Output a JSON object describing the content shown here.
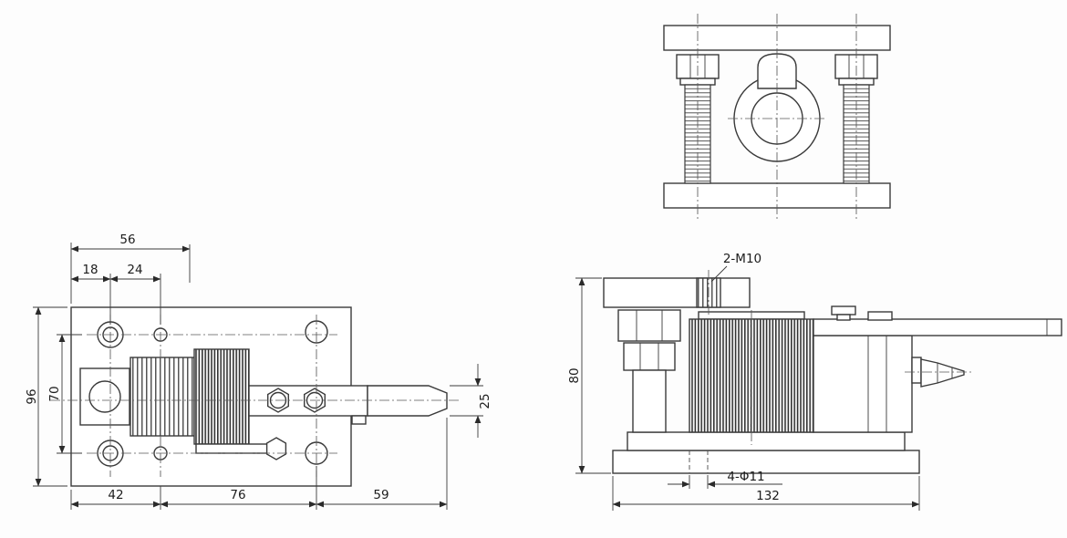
{
  "colors": {
    "line": "#3a3a3a",
    "background": "#fdfdfd"
  },
  "plan_view": {
    "dim_top_width": "56",
    "dim_top_left": "18",
    "dim_top_right": "24",
    "dim_overall_height": "96",
    "dim_hole_spacing": "70",
    "dim_beam_height": "25",
    "dim_bottom_left": "42",
    "dim_bottom_mid": "76",
    "dim_bottom_right": "59"
  },
  "side_view": {
    "callout_thread": "2-M10",
    "dim_overall_height": "80",
    "callout_holes": "4-Φ11",
    "dim_overall_width": "132"
  }
}
